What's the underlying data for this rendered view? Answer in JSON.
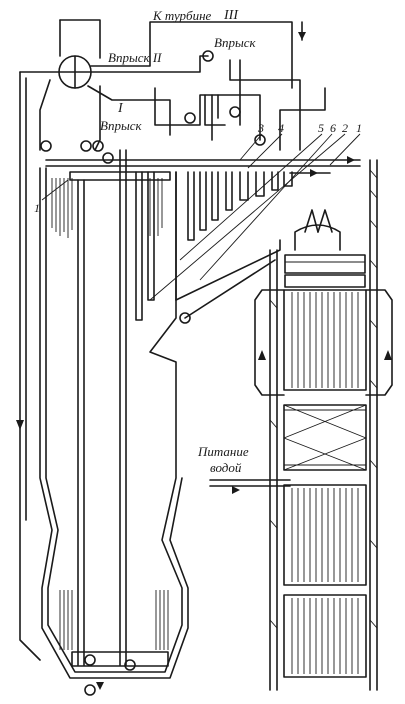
{
  "labels": {
    "to_turbine": "К турбине",
    "stage_three": "III",
    "injection": "Впрыск",
    "injection_two": "Впрыск II",
    "stage_one": "I",
    "injection_one": "Впрыск",
    "numbers": [
      "3",
      "4",
      "5",
      "6",
      "2",
      "1"
    ],
    "left_one": "1",
    "feed_line1": "Питание",
    "feed_line2": "водой"
  }
}
